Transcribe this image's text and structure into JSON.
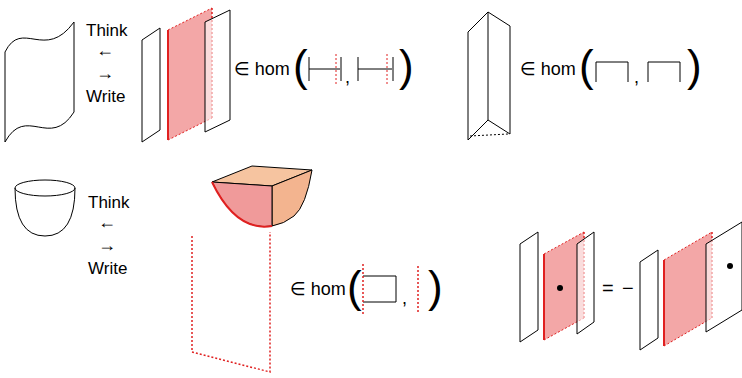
{
  "diagram": {
    "labels": [
      "Think",
      "←",
      "→",
      "Write",
      "∈ hom",
      "(",
      ",",
      ")",
      "∈ hom",
      "(",
      ",",
      ")",
      "Think",
      "←",
      "→",
      "Write",
      "∈ hom",
      "(",
      ",",
      ")",
      "=",
      "−"
    ]
  }
}
